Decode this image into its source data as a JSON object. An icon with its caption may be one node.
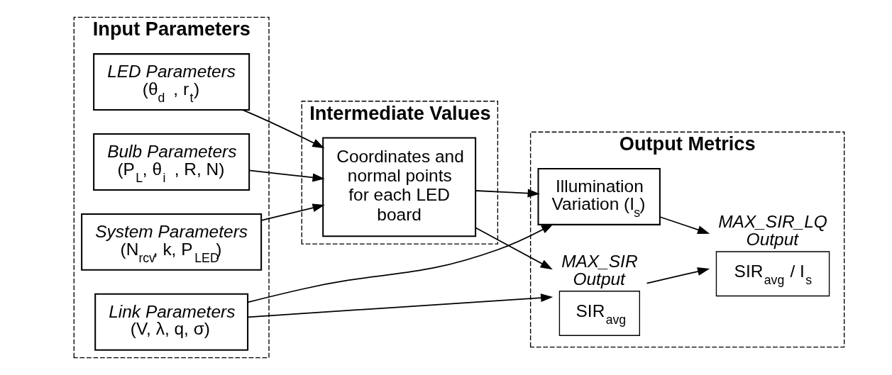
{
  "diagram": {
    "nodes": [
      {
        "text": [
          "Input Parameters"
        ]
      },
      {
        "text": [
          "Bulb Parameters",
          "(P$_{L}$, θ$_{i}$ , R, N)"
        ],
        "in": 0
      },
      {
        "text": [
          "LED Parameters",
          "(θ$_{d}$ , r$_{t}$)"
        ],
        "in": 0
      },
      {
        "text": [
          "System Parameters",
          "(N$_{rcv}$, k, P$_{LED}$)"
        ],
        "in": 0
      },
      {
        "text": [
          "Link Parameters",
          "(V, λ, q, σ)"
        ],
        "in": 0
      },
      {
        "text": [
          "Intermediate Values"
        ]
      },
      {
        "text": [
          "Coordinates and normal points for each LED board"
        ],
        "in": 5
      },
      {
        "text": [
          "Output Metrics"
        ]
      },
      {
        "text": [
          "SIR$_{avg}$"
        ],
        "beside": [
          "MAX_SIR Output"
        ],
        "in": 7
      },
      {
        "text": [
          "SIR$_{avg}$ / I$_{s}$"
        ],
        "beside": [
          "MAX_SIR_LQ Output"
        ],
        "in": 7
      },
      {
        "text": [
          "Illumination Variation (I$_{s}$)"
        ],
        "in": 7
      }
    ],
    "edges": [
      {
        "from": 1,
        "to": 6,
        "arrow": "to"
      },
      {
        "from": 2,
        "to": 6,
        "arrow": "to"
      },
      {
        "from": 3,
        "to": 6,
        "arrow": "to"
      },
      {
        "from": 6,
        "to": 8,
        "arrow": "to"
      },
      {
        "from": 6,
        "to": 10,
        "arrow": "to"
      },
      {
        "from": 4,
        "to": 8,
        "arrow": "to"
      },
      {
        "from": 4,
        "to": 10,
        "arrow": "to"
      },
      {
        "from": 8,
        "to": 9,
        "arrow": "to"
      },
      {
        "from": 10,
        "to": 9,
        "arrow": "to"
      }
    ]
  }
}
